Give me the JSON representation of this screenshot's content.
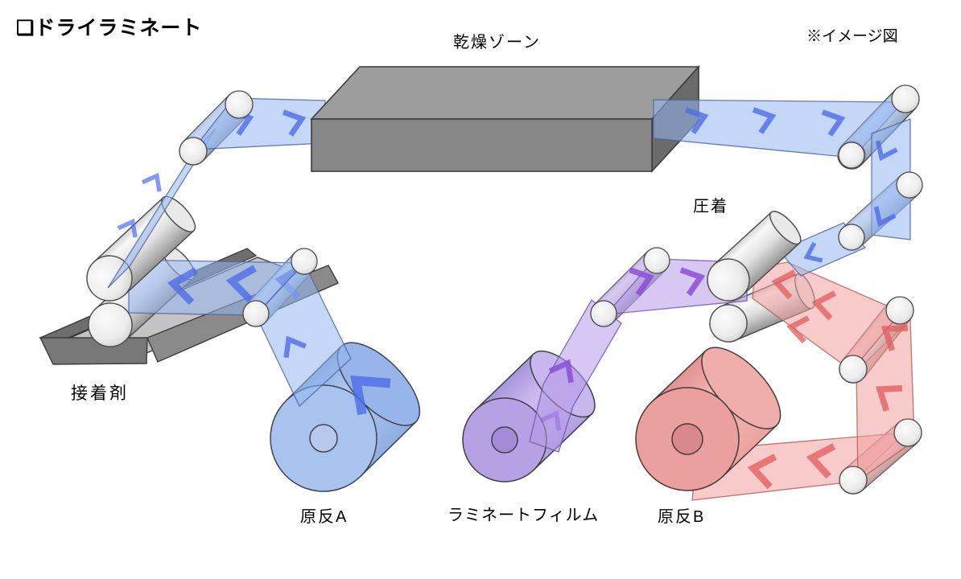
{
  "title": "❑ドライラミネート",
  "note": "※イメージ図",
  "labels": {
    "drying_zone": "乾燥ゾーン",
    "pressing": "圧着",
    "adhesive": "接着剤",
    "roll_a": "原反A",
    "laminate_film": "ラミネートフィルム",
    "roll_b": "原反B"
  },
  "colors": {
    "film_a": "#93b6f0",
    "film_a_arrow": "#4f6de8",
    "laminate_film": "#b59ae8",
    "laminate_film_arrow": "#8b4fd6",
    "film_b": "#f2a1a1",
    "film_b_arrow": "#e25c5c",
    "roll_a_face": "#a9c3ef",
    "laminate_roll_face": "#b5a1e3",
    "roll_b_face": "#eb9f9f",
    "machine_box": "#878787",
    "tray_gray": "#6e6e6e",
    "roller_gray": "#d9d9d9"
  }
}
